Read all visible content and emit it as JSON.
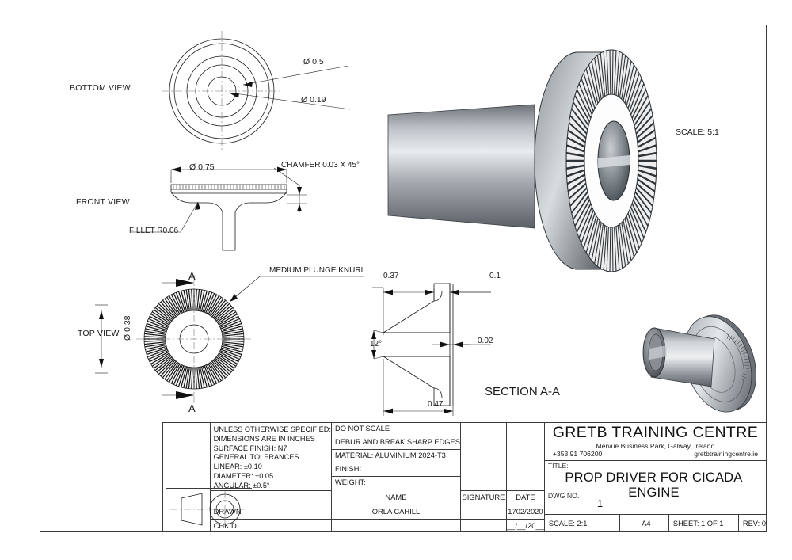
{
  "views": {
    "bottom_view_label": "BOTTOM VIEW",
    "front_view_label": "FRONT VIEW",
    "top_view_label": "TOP VIEW",
    "section_label": "SECTION A-A",
    "scale_note": "SCALE: 5:1",
    "section_arrow_top": "A",
    "section_arrow_bottom": "A"
  },
  "dimensions": {
    "bottom_dia_outer_callout": "Ø 0.5",
    "bottom_dia_inner_callout": "Ø 0.19",
    "front_flange_dia": "Ø 0.75",
    "front_chamfer_note": "CHAMFER 0.03 X 45°",
    "front_fillet_note": "FILLET R0.06",
    "top_knurl_note": "MEDIUM PLUNGE KNURL",
    "top_bore_dia": "Ø 0.38",
    "section_flange_thk": "0.37",
    "section_hub_len": "0.1",
    "section_web_thk": "0.02",
    "section_overall": "0.47",
    "section_taper_angle": "12°"
  },
  "titleblock": {
    "spec_lines": [
      "UNLESS OTHERWISE SPECIFIED:",
      "DIMENSIONS ARE IN INCHES",
      "SURFACE FINISH: N7",
      "GENERAL TOLERANCES",
      "LINEAR: ±0.10",
      "DIAMETER: ±0.05",
      "ANGULAR: ±0.5°"
    ],
    "notes": [
      "DO NOT SCALE",
      "DEBUR AND BREAK SHARP EDGES",
      "MATERIAL: ALUMINIUM 2024-T3",
      "FINISH:",
      "WEIGHT:"
    ],
    "headers": {
      "name": "NAME",
      "signature": "SIGNATURE",
      "date": "DATE"
    },
    "rows": [
      {
        "role": "DRAWN",
        "name": "ORLA CAHILL",
        "signature": "",
        "date": "1702/2020"
      },
      {
        "role": "CHK.D",
        "name": "",
        "signature": "",
        "date": "__/__/20__"
      }
    ],
    "company": {
      "name": "GRETB TRAINING CENTRE",
      "address": "Mervue Business Park, Galway, Ireland",
      "phone": "+353 91 706200",
      "website": "gretbtrainingcentre.ie"
    },
    "title_label": "TITLE:",
    "title_value": "PROP DRIVER FOR CICADA ENGINE",
    "dwg_label": "DWG NO.",
    "dwg_value": "1",
    "scale": "SCALE:   2:1",
    "sheet_size": "A4",
    "sheet": "SHEET: 1 OF 1",
    "revision": "REV: 0"
  },
  "colors": {
    "line": "#1a1a1a",
    "frame": "#3b3b3b",
    "metal_light": "#e6e8ea",
    "metal_mid": "#9aa0a5",
    "metal_dark": "#4a5055",
    "metal_darkest": "#2d3135"
  }
}
